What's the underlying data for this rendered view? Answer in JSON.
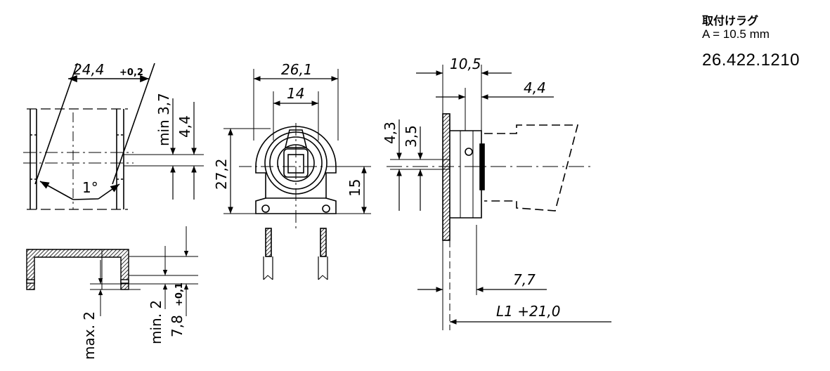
{
  "info": {
    "label": "取付けラグ",
    "a_value": "A =   10.5 mm",
    "part_number": "26.422.1210"
  },
  "dims": {
    "d_24_4": "24,4",
    "d_tol_02": "+0,2",
    "d_min37": "min 3,7",
    "d_44_left": "4,4",
    "d_1deg": "1°",
    "d_26_1": "26,1",
    "d_14": "14",
    "d_27_2": "27,2",
    "d_15": "15",
    "d_10_5": "10,5",
    "d_4_4_right": "4,4",
    "d_4_3": "4,3",
    "d_3_5": "3,5",
    "d_7_7": "7,7",
    "d_L1": "L1 +21,0",
    "d_max2": "max. 2",
    "d_min2": "min. 2",
    "d_7_8": "7,8",
    "d_tol_01": "+0,1"
  }
}
